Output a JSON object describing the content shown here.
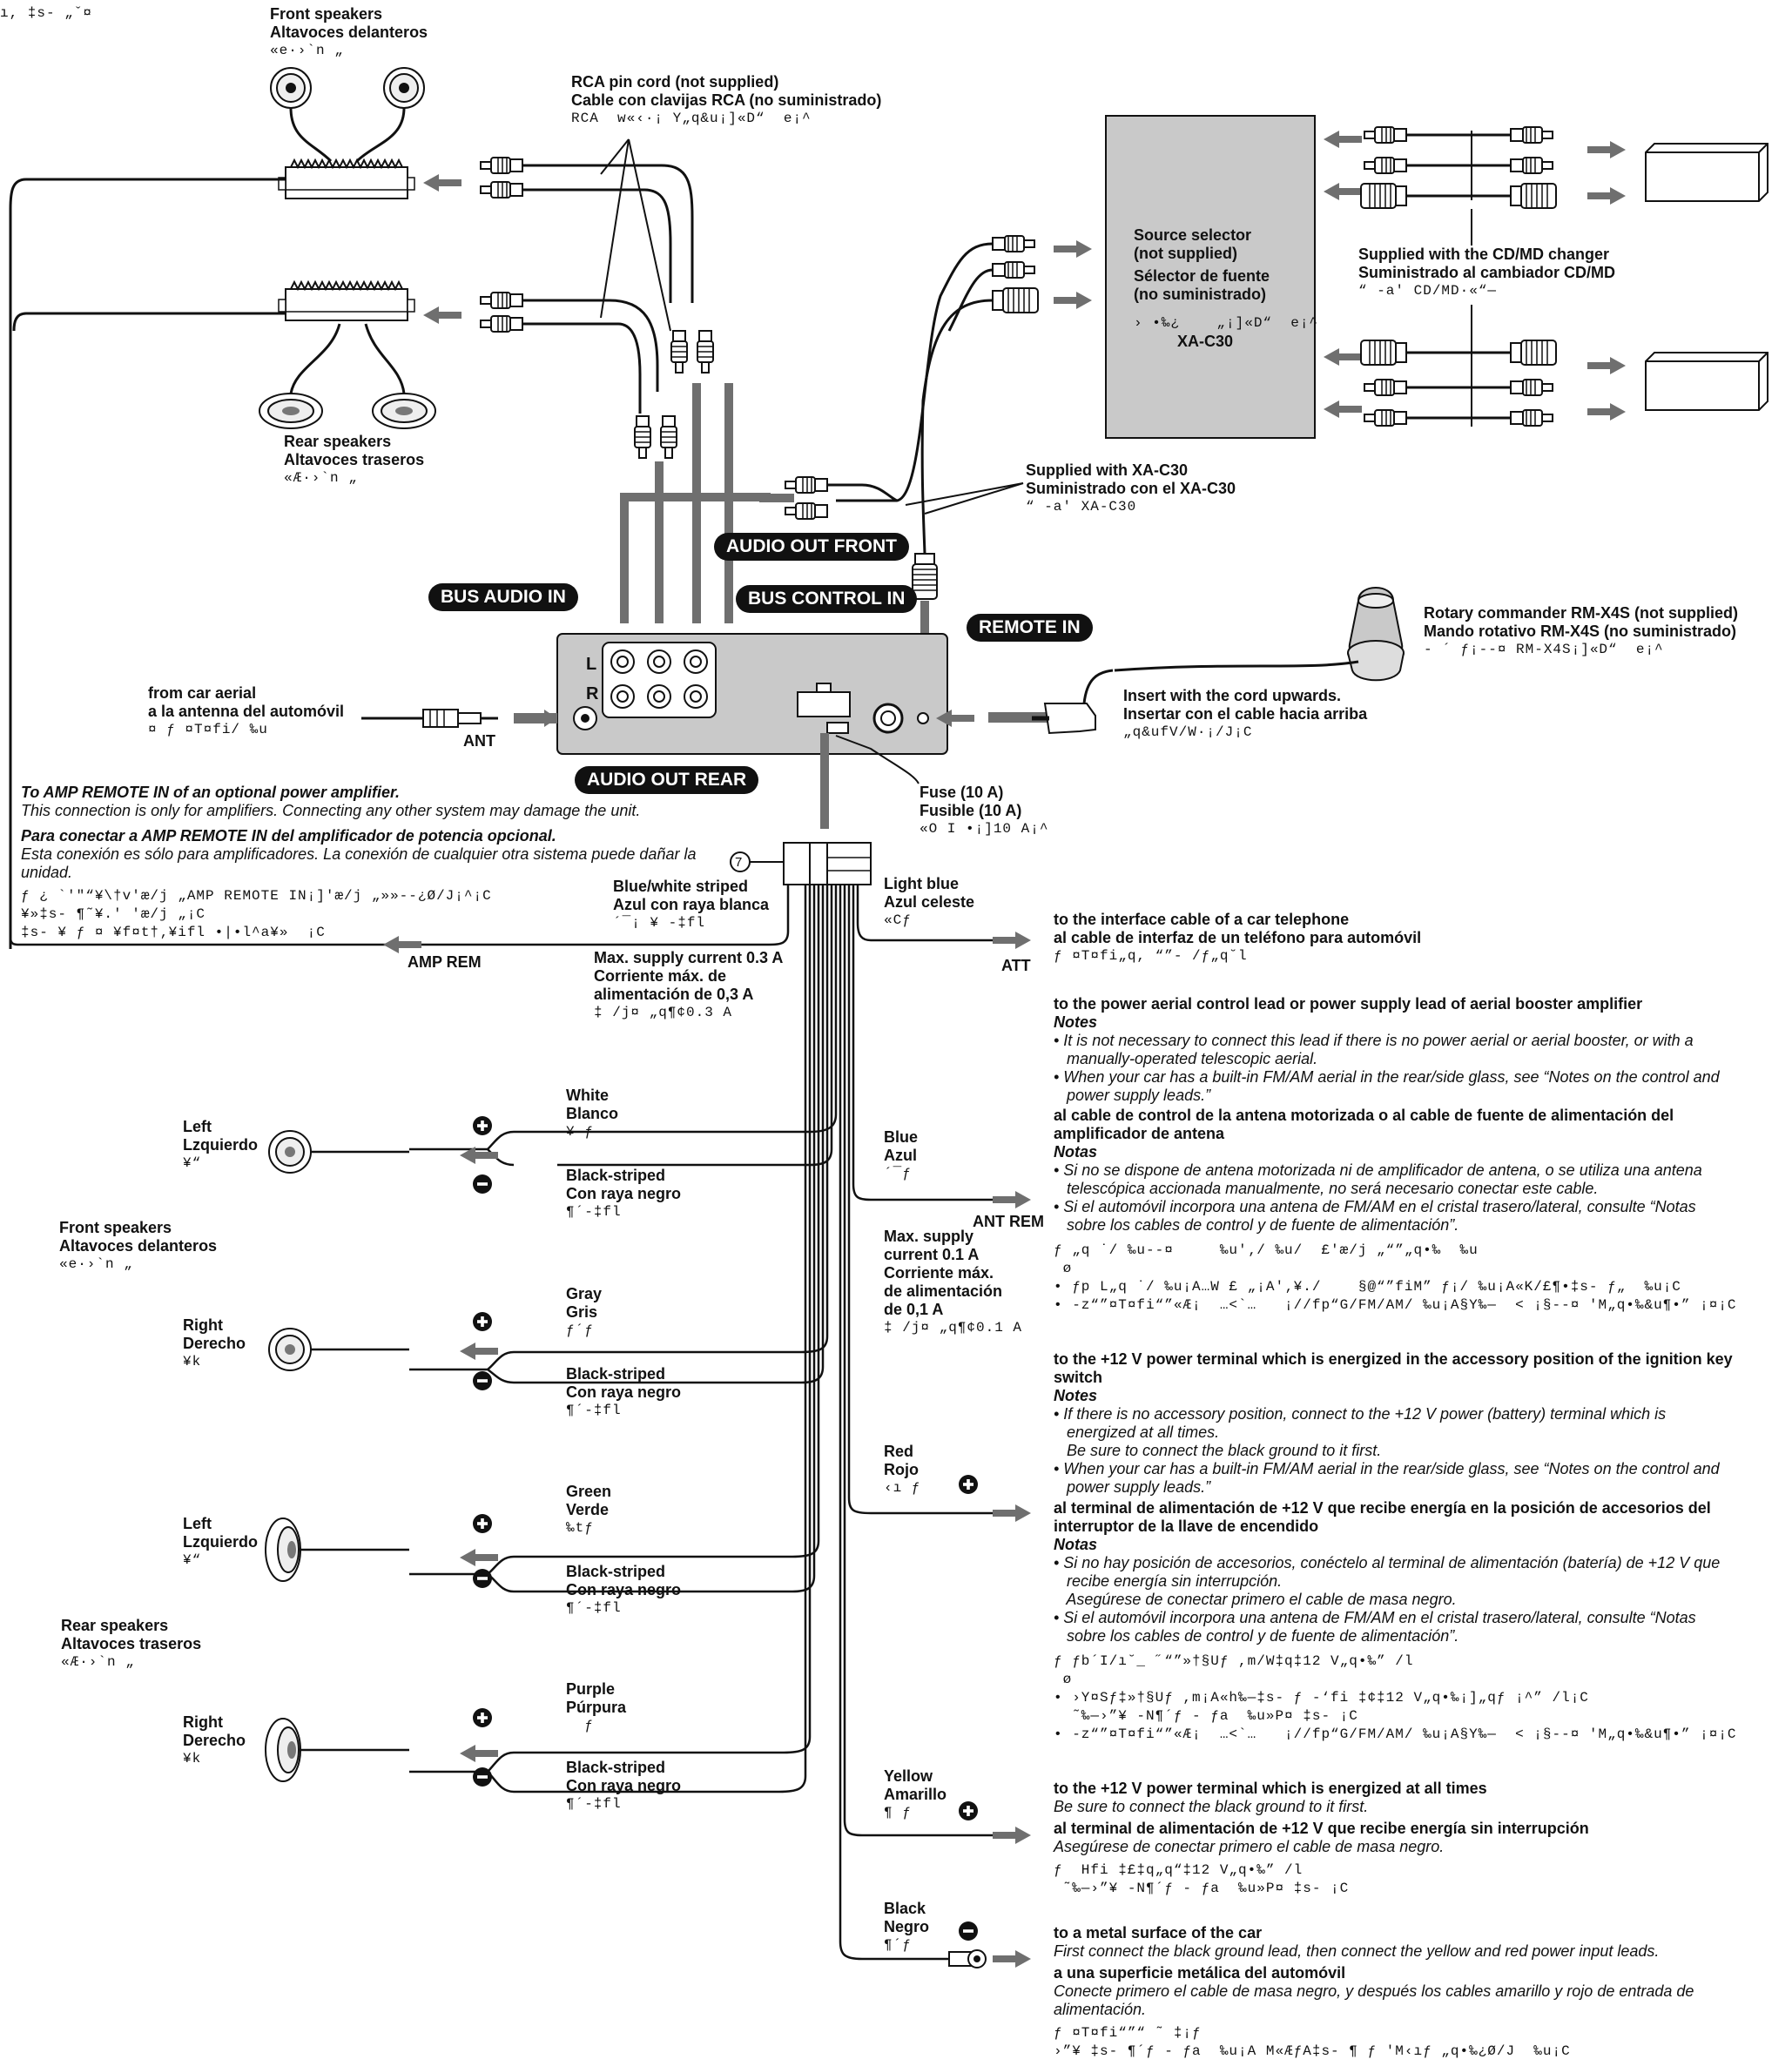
{
  "corner_text": "ı, ‡s- „ˇ¤",
  "front_speakers_top": {
    "en": "Front speakers",
    "es": "Altavoces delanteros",
    "code": "«e·›`n „"
  },
  "rear_speakers_top": {
    "en": "Rear speakers",
    "es": "Altavoces traseros",
    "code": "«Æ·›`n „"
  },
  "rca_cord": {
    "en": "RCA pin cord (not supplied)",
    "es": "Cable con clavijas RCA (no suministrado)",
    "code": "RCA  w«‹·¡ Y„q&u¡]«D“  e¡^"
  },
  "source_selector": {
    "en1": "Source selector",
    "en2": "(not supplied)",
    "es1": "Sélector de fuente",
    "es2": "(no suministrado)",
    "code": "› •‰¿    „¡]«D“  e¡^",
    "model": "XA-C30"
  },
  "cd_md": {
    "en": "Supplied with the CD/MD changer",
    "es": "Suministrado al cambiador CD/MD",
    "code": "“ -a' CD/MD·«“—"
  },
  "xa_c30": {
    "en": "Supplied with XA-C30",
    "es": "Suministrado con el XA-C30",
    "code": "“ -a' XA-C30"
  },
  "labels": {
    "bus_audio_in": "BUS AUDIO IN",
    "audio_out_front": "AUDIO OUT FRONT",
    "bus_control_in": "BUS CONTROL IN",
    "remote_in": "REMOTE IN",
    "audio_out_rear": "AUDIO OUT REAR",
    "L": "L",
    "R": "R"
  },
  "rotary": {
    "en": "Rotary commander RM-X4S (not supplied)",
    "es": "Mando rotativo RM-X4S (no suministrado)",
    "code": "- ´ ƒ¡--¤ RM-X4S¡]«D“  e¡^"
  },
  "insert": {
    "en": "Insert with the cord upwards.",
    "es": "Insertar con el cable hacia arriba",
    "code": "„q&ufV/W·¡/J¡C"
  },
  "aerial": {
    "en": "from car aerial",
    "es": "a la antenna del automóvil",
    "code": "¤ ƒ ¤T¤fi/ ‰u",
    "ant": "ANT"
  },
  "fuse": {
    "en": "Fuse (10 A)",
    "es": "Fusible (10 A)",
    "code": "«O I •¡]10 A¡^"
  },
  "amp_note": {
    "t1": "To AMP REMOTE IN of an optional power amplifier.",
    "t2": "This connection is only for amplifiers. Connecting any other system may damage the unit.",
    "t3": "Para conectar a AMP REMOTE IN del amplificador de potencia opcional.",
    "t4": "Esta conexión es sólo para amplificadores. La conexión de cualquier otra sistema puede dañar la",
    "t5": "unidad.",
    "c1": "ƒ ¿ `'\"“¥\\†v'æ/j „AMP REMOTE IN¡]'æ/j „»»--¿Ø/J¡^¡C",
    "c2": "¥»‡s- ¶˜¥.' 'æ/j „¡C",
    "c3": "‡s- ¥ ƒ ¤ ¥f¤t†‚¥ifl •|•l^a¥»  ¡C",
    "amp_rem": "AMP REM"
  },
  "connector_number": "7",
  "blue_white": {
    "en": "Blue/white striped",
    "es": "Azul con raya blanca",
    "code": "´¯¡ ¥ -‡fl"
  },
  "max03": {
    "en": "Max. supply current 0.3 A",
    "es1": "Corriente máx. de",
    "es2": "alimentación de 0,3 A",
    "code": "‡ /j¤ „q¶¢0.3 A"
  },
  "light_blue": {
    "en": "Light blue",
    "es": "Azul celeste",
    "code": "«Cƒ",
    "att": "ATT"
  },
  "att_dest": {
    "en": "to the interface cable of a car telephone",
    "es": "al cable de interfaz de un teléfono para automóvil",
    "code": "ƒ ¤T¤fi„q, “”- /ƒ„q˘l"
  },
  "blue": {
    "en": "Blue",
    "es": "Azul",
    "code": "´¯ƒ",
    "ant_rem": "ANT REM"
  },
  "max01": {
    "en1": "Max. supply",
    "en2": "current 0.1 A",
    "es1": "Corriente máx.",
    "es2": "de alimentación",
    "es3": "de 0,1 A",
    "code": "‡ /j¤ „q¶¢0.1 A"
  },
  "antrem_text": {
    "h1": "to the power aerial control lead or power supply lead of aerial booster amplifier",
    "n1": "Notes",
    "b1": "• It is not necessary to connect this lead if there is no power aerial or aerial booster, or with a",
    "b1b": "   manually-operated telescopic aerial.",
    "b2": "• When your car has a built-in FM/AM aerial in the rear/side glass, see “Notes on the control and",
    "b2b": "   power supply leads.”",
    "h2": "al cable de control de la antena motorizada o al cable de fuente de alimentación del",
    "h2b": "amplificador de antena",
    "n2": "Notas",
    "s1": "• Si no se dispone de antena motorizada ni de amplificador de antena, o se utiliza una antena",
    "s1b": "   telescópica accionada manualmente, no será necesario conectar este cable.",
    "s2": "• Si el automóvil incorpora una antena de FM/AM en el cristal trasero/lateral, consulte “Notas",
    "s2b": "   sobre los cables de control y de fuente de alimentación”.",
    "c1": "ƒ „q ˙/ ‰u--¤     ‰u'‚/ ‰u/  £'æ/j „“”„q•‰  ‰u",
    "c1b": " ø",
    "c2": "• ƒp L„q ˙/ ‰u¡A…W £ „¡A'‚¥./    §@“”fiM” ƒ¡/ ‰u¡A«K/£¶•‡s- ƒ„  ‰u¡C",
    "c3": "• -z“”¤T¤fi“”«Æ¡  …<`…   ¡//fp“G/FM/AM/ ‰u¡A§Y‰—  < ¡§--¤ 'M„q•‰&u¶•” ¡¤¡C"
  },
  "red": {
    "en": "Red",
    "es": "Rojo",
    "code": "‹ı ƒ"
  },
  "red_text": {
    "h1": "to the +12 V power terminal which is energized in the accessory position of the ignition key",
    "h1b": "switch",
    "n1": "Notes",
    "b1": "• If there is no accessory position, connect to the +12 V power (battery) terminal which is",
    "b1b": "   energized at all times.",
    "b1c": "   Be sure to connect the black ground to it first.",
    "b2": "• When your car has a built-in FM/AM aerial in the rear/side glass, see “Notes on the control and",
    "b2b": "   power supply leads.”",
    "h2": "al terminal de alimentación de +12 V que recibe energía en la posición de accesorios del",
    "h2b": "interruptor de la llave de encendido",
    "n2": "Notas",
    "s1": "• Si no hay posición de accesorios, conéctelo al terminal de alimentación (batería) de +12 V que",
    "s1b": "   recibe energía sin interrupción.",
    "s1c": "   Asegúrese de conectar primero el cable de masa negro.",
    "s2": "• Si el automóvil incorpora una antena de FM/AM en el cristal trasero/lateral, consulte “Notas",
    "s2b": "   sobre los cables de control y de fuente de alimentación”.",
    "c1": "ƒ ƒb´I/ı˘_ ˝“”»†§Uƒ ,m/W‡q‡12 V„q•‰” /l",
    "c1b": " ø",
    "c2": "• ›Y¤Sƒ‡»†§Uƒ ,m¡A«h‰—‡s- ƒ -‘fi ‡¢‡12 V„q•‰¡]„qƒ ¡^” /l¡C",
    "c2b": "  ˜‰—›”¥ -N¶´ƒ - ƒa  ‰u»P¤ ‡s- ¡C",
    "c3": "• -z“”¤T¤fi“”«Æ¡  …<`…   ¡//fp“G/FM/AM/ ‰u¡A§Y‰—  < ¡§--¤ 'M„q•‰&u¶•” ¡¤¡C"
  },
  "yellow": {
    "en": "Yellow",
    "es": "Amarillo",
    "code": "¶ ƒ"
  },
  "yellow_text": {
    "h1": "to the +12 V power terminal which is energized at all times",
    "i1": "Be sure to connect the black ground to it first.",
    "h2": "al terminal de alimentación de +12 V que recibe energía sin interrupción",
    "i2": "Asegúrese de conectar primero el cable de masa negro.",
    "c1": "ƒ  Hfi ‡£‡q„q“‡12 V„q•‰” /l",
    "c2": " ˜‰—›”¥ -N¶´ƒ - ƒa  ‰u»P¤ ‡s- ¡C"
  },
  "black": {
    "en": "Black",
    "es": "Negro",
    "code": "¶´ƒ"
  },
  "black_text": {
    "h1": "to a metal surface of the car",
    "i1": "First connect the black ground lead, then connect the yellow and red power input leads.",
    "h2": "a una superficie metálica del automóvil",
    "i2": "Conecte primero el cable de masa negro, y después los cables amarillo y rojo de entrada de",
    "i2b": "alimentación.",
    "c1": "ƒ ¤T¤fi“”“ ˜ ‡¡ƒ",
    "c2": "›”¥ ‡s- ¶´ƒ - ƒa  ‰u¡A M«ÆƒA‡s- ¶ ƒ 'M‹ıƒ „q•‰¿Ø/J  ‰u¡C"
  },
  "front_speakers_mid": {
    "en": "Front speakers",
    "es": "Altavoces delanteros",
    "code": "«e·›`n „"
  },
  "rear_speakers_mid": {
    "en": "Rear speakers",
    "es": "Altavoces traseros",
    "code": "«Æ·›`n „"
  },
  "left1": {
    "en": "Left",
    "es": "Lzquierdo",
    "code": "¥“"
  },
  "right1": {
    "en": "Right",
    "es": "Derecho",
    "code": "¥k"
  },
  "left2": {
    "en": "Left",
    "es": "Lzquierdo",
    "code": "¥“"
  },
  "right2": {
    "en": "Right",
    "es": "Derecho",
    "code": "¥k"
  },
  "white": {
    "en": "White",
    "es": "Blanco",
    "code": "¥ ƒ"
  },
  "gray": {
    "en": "Gray",
    "es": "Gris",
    "code": "ƒ´ƒ"
  },
  "green": {
    "en": "Green",
    "es": "Verde",
    "code": "‰tƒ"
  },
  "purple": {
    "en": "Purple",
    "es": "Púrpura",
    "code": "  ƒ"
  },
  "bstripe1": {
    "en": "Black-striped",
    "es": "Con raya negro",
    "code": "¶´-‡fl"
  },
  "bstripe2": {
    "en": "Black-striped",
    "es": "Con raya negro",
    "code": "¶´-‡fl"
  },
  "bstripe3": {
    "en": "Black-striped",
    "es": "Con raya negro",
    "code": "¶´-‡fl"
  },
  "bstripe4": {
    "en": "Black-striped",
    "es": "Con raya negro",
    "code": "¶´-‡fl"
  },
  "colors": {
    "arrow": "#6f6f6f",
    "box": "#c9c9c9",
    "line": "#111111",
    "label_bg": "#111111"
  }
}
